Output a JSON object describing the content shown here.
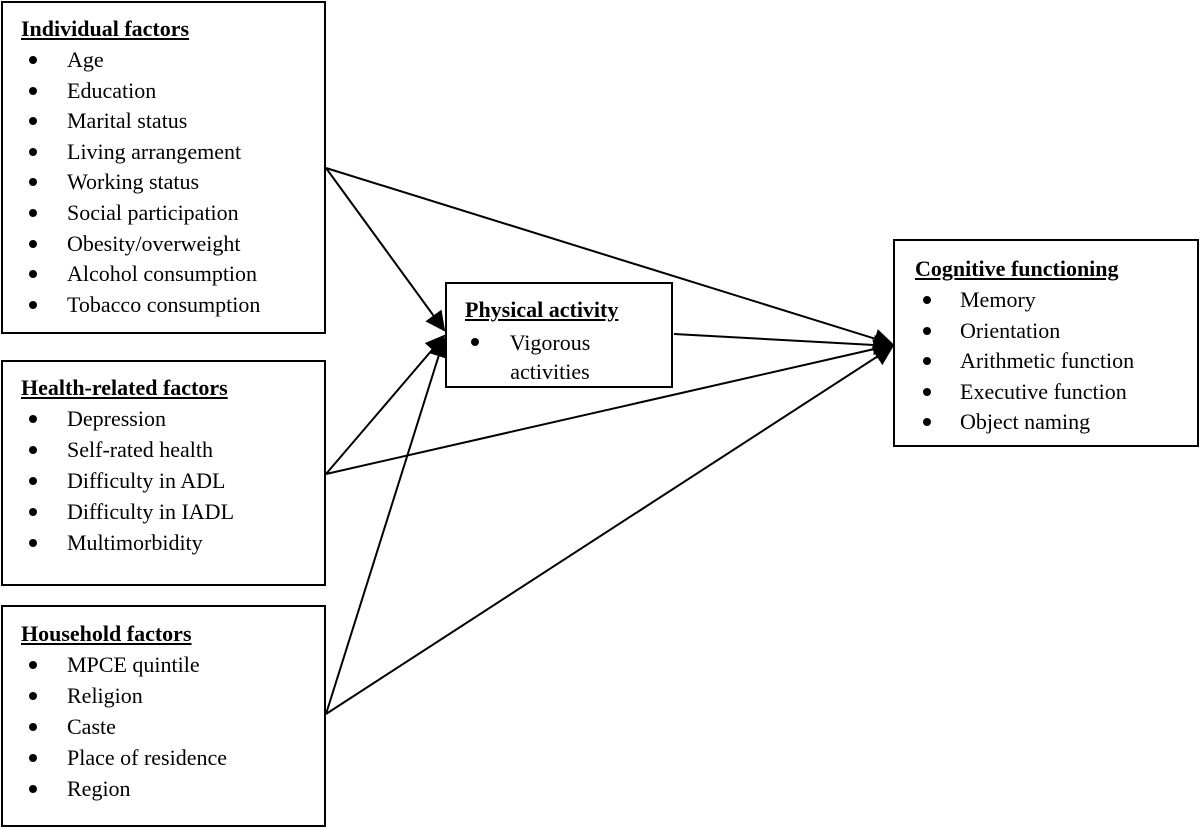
{
  "boxes": {
    "individual": {
      "title": "Individual factors",
      "items": [
        "Age",
        "Education",
        "Marital status",
        "Living arrangement",
        "Working status",
        "Social participation",
        "Obesity/overweight",
        "Alcohol consumption",
        "Tobacco consumption"
      ]
    },
    "health": {
      "title": "Health-related factors",
      "items": [
        "Depression",
        "Self-rated health",
        "Difficulty in ADL",
        "Difficulty in IADL",
        "Multimorbidity"
      ]
    },
    "household": {
      "title": "Household factors",
      "items": [
        "MPCE quintile",
        "Religion",
        "Caste",
        "Place of residence",
        "Region"
      ]
    },
    "physical": {
      "title": "Physical activity",
      "items": [
        "Vigorous activities"
      ]
    },
    "cognitive": {
      "title": "Cognitive functioning",
      "items": [
        "Memory",
        "Orientation",
        "Arithmetic function",
        "Executive function",
        "Object naming"
      ]
    }
  },
  "arrows": [
    {
      "from": "Individual factors",
      "to": "Physical activity"
    },
    {
      "from": "Individual factors",
      "to": "Cognitive functioning"
    },
    {
      "from": "Health-related factors",
      "to": "Physical activity"
    },
    {
      "from": "Health-related factors",
      "to": "Cognitive functioning"
    },
    {
      "from": "Household factors",
      "to": "Physical activity"
    },
    {
      "from": "Household factors",
      "to": "Cognitive functioning"
    },
    {
      "from": "Physical activity",
      "to": "Cognitive functioning"
    }
  ]
}
